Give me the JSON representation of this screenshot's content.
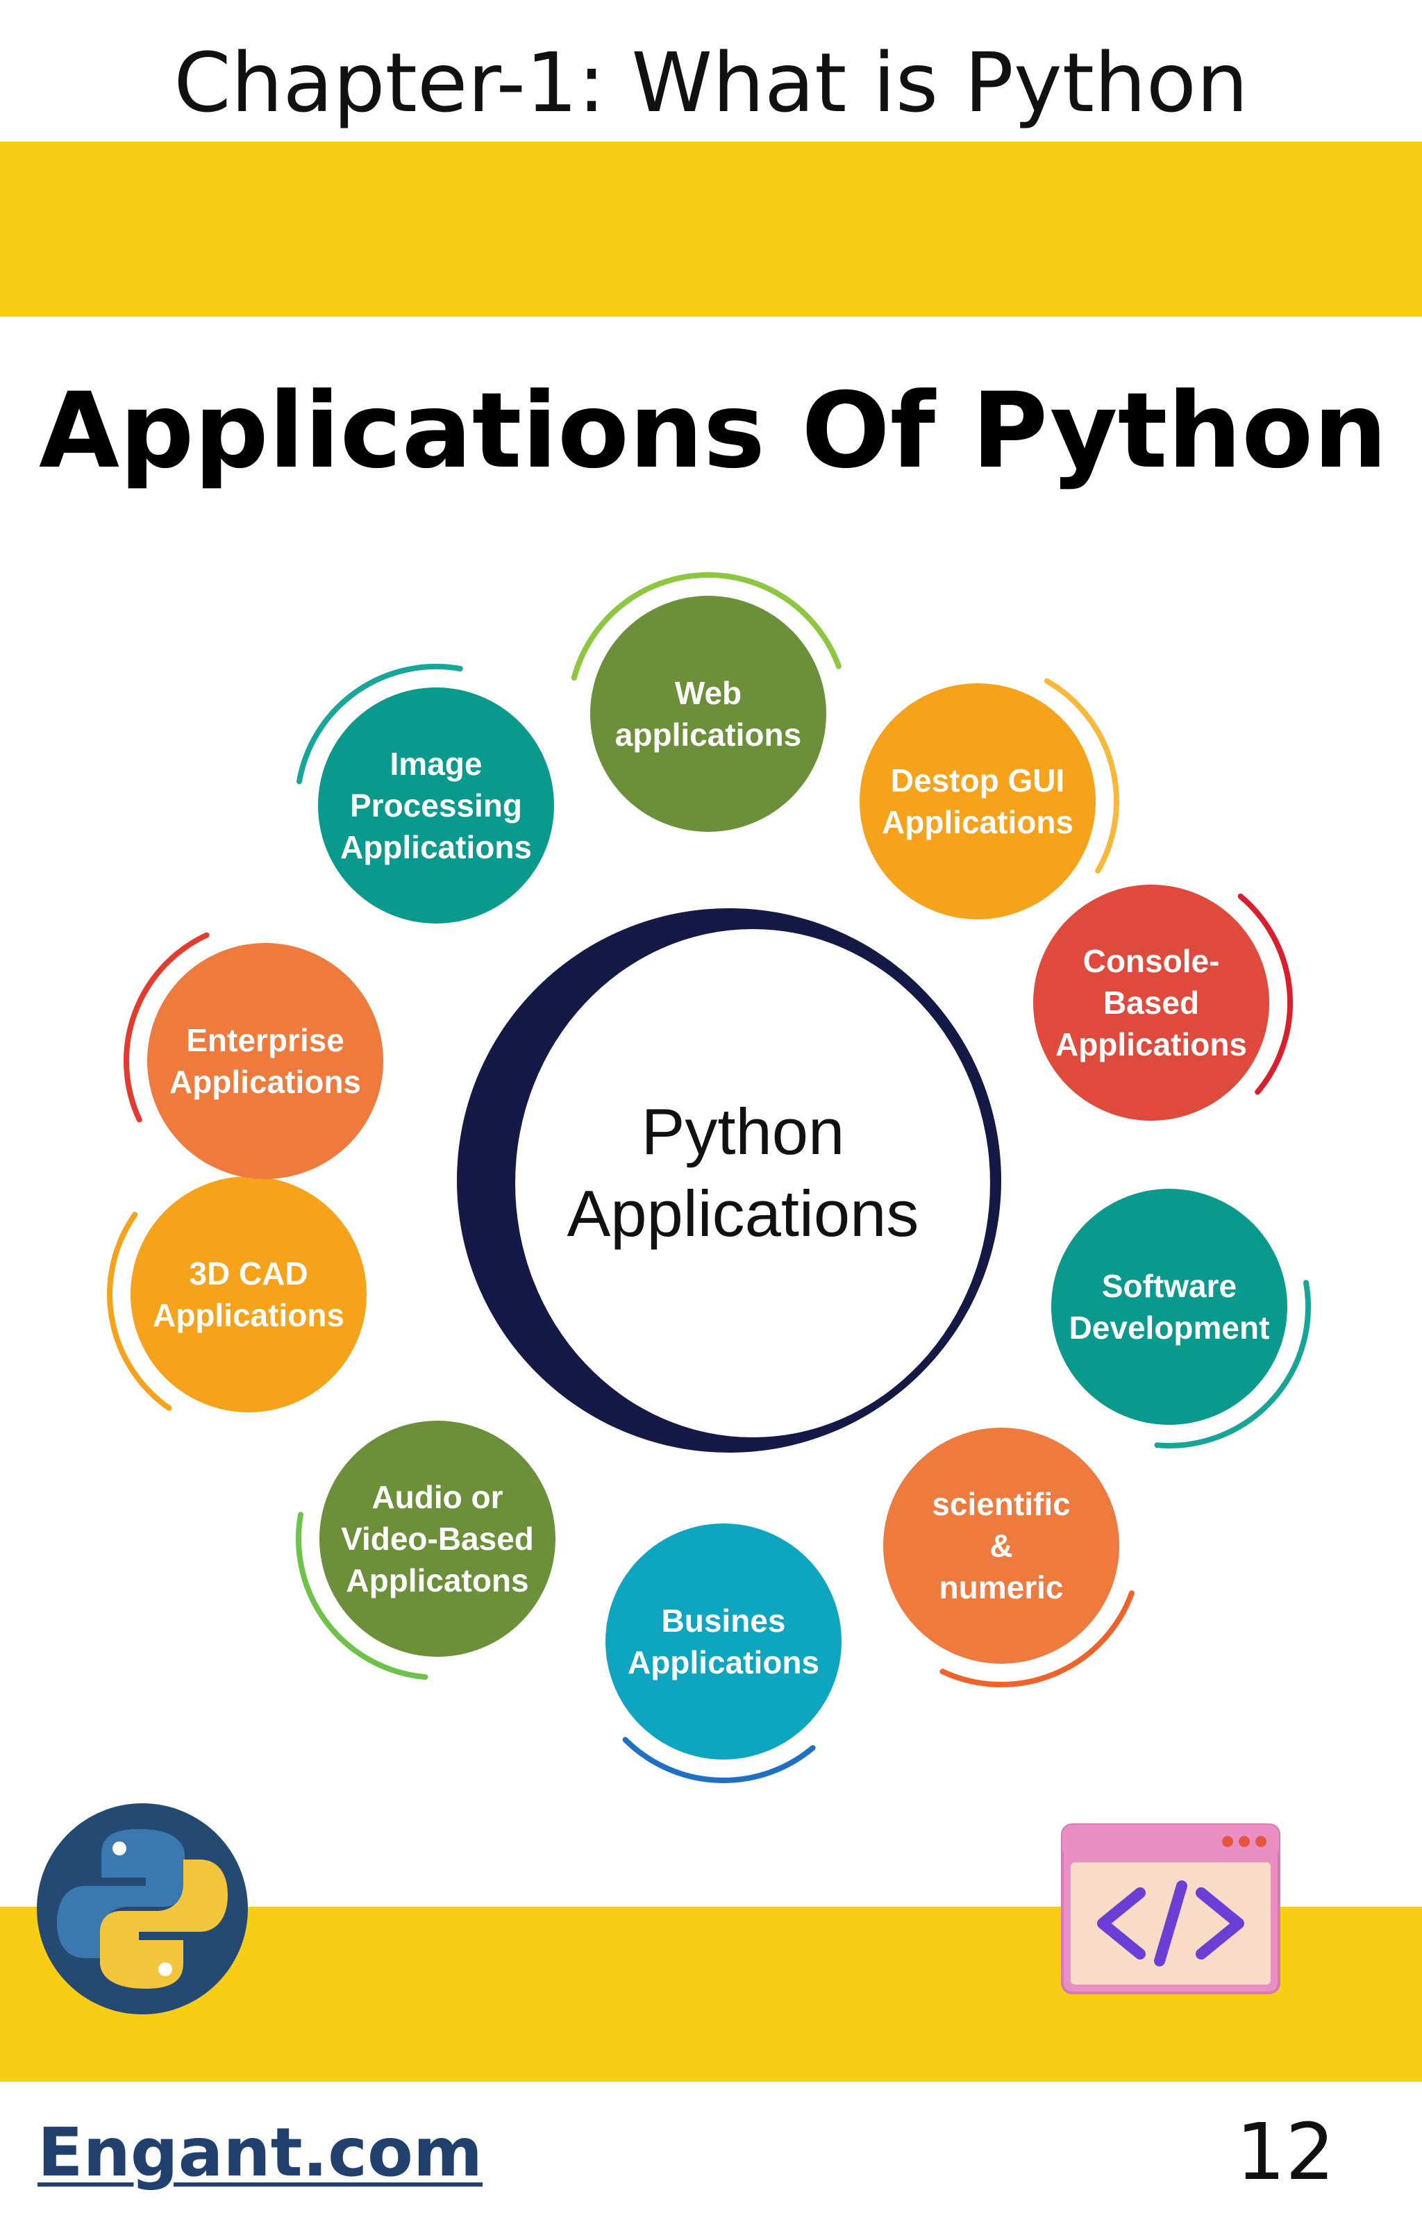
{
  "header": {
    "chapter_title": "Chapter-1: What is Python"
  },
  "main": {
    "heading": "Applications Of Python",
    "diagram": {
      "center": {
        "lines": [
          "Python",
          "Applications"
        ]
      },
      "nodes": [
        {
          "lines": [
            "Web",
            "applications"
          ],
          "color": "#6c8f3a",
          "arc_color": "#8dc63f"
        },
        {
          "lines": [
            "Destop GUI",
            "Applications"
          ],
          "color": "#f6a21a",
          "arc_color": "#f6b93b"
        },
        {
          "lines": [
            "Console-",
            "Based",
            "Applications"
          ],
          "color": "#e04a3c",
          "arc_color": "#d91f2e"
        },
        {
          "lines": [
            "Software",
            "Development"
          ],
          "color": "#099a8d",
          "arc_color": "#17a598"
        },
        {
          "lines": [
            "scientific",
            "&",
            "numeric"
          ],
          "color": "#ee7a3d",
          "arc_color": "#f0622b"
        },
        {
          "lines": [
            "Busines",
            "Applications"
          ],
          "color": "#0ea5c0",
          "arc_color": "#1f6fc4"
        },
        {
          "lines": [
            "Audio or",
            "Video-Based",
            "Applicatons"
          ],
          "color": "#6c8f3a",
          "arc_color": "#6ec24a"
        },
        {
          "lines": [
            "3D CAD",
            "Applications"
          ],
          "color": "#f6a21a",
          "arc_color": "#f6a21a"
        },
        {
          "lines": [
            "Enterprise",
            "Applications"
          ],
          "color": "#ee7a3d",
          "arc_color": "#e33b2e"
        },
        {
          "lines": [
            "Image",
            "Processing",
            "Applications"
          ],
          "color": "#099a8d",
          "arc_color": "#18a69a"
        }
      ]
    }
  },
  "footer": {
    "site": "Engant.com",
    "page_number": "12"
  },
  "icons": {
    "left": "python-logo-icon",
    "right": "code-window-icon"
  }
}
